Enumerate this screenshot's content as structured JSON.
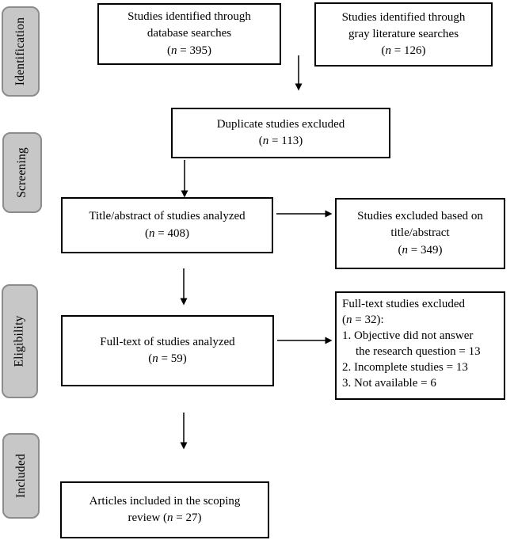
{
  "stages": [
    {
      "label": "Identification"
    },
    {
      "label": "Screening"
    },
    {
      "label": "Eligibility"
    },
    {
      "label": "Included"
    }
  ],
  "boxes": {
    "database_search": {
      "lines": [
        "Studies identified through",
        "database searches",
        "(*n* = 395)"
      ]
    },
    "gray_literature": {
      "lines": [
        "Studies identified through",
        "gray literature searches",
        "(*n* = 126)"
      ]
    },
    "duplicates_excluded": {
      "lines": [
        "Duplicate studies excluded",
        "(*n* = 113)"
      ]
    },
    "title_abstract": {
      "lines": [
        "Title/abstract of studies analyzed",
        "(*n* = 408)"
      ]
    },
    "excluded_title_abstract": {
      "lines": [
        "Studies excluded based on",
        "title/abstract",
        "(*n* = 349)"
      ]
    },
    "full_text": {
      "lines": [
        "Full-text of studies analyzed",
        "(*n* = 59)"
      ]
    },
    "full_text_excluded": {
      "lines": [
        "Full-text studies excluded",
        "(*n* = 32):",
        "1. Objective did not answer",
        "the research question = 13",
        "2. Incomplete studies = 13",
        "3. Not available = 6"
      ]
    },
    "included_articles": {
      "lines": [
        "Articles included in the scoping",
        "review (*n* = 27)"
      ]
    }
  },
  "colors": {
    "background": "#ffffff",
    "box_border": "#000000",
    "stage_fill": "#c7c7c7",
    "stage_border": "#8c8c8c",
    "arrow": "#000000",
    "text": "#000000"
  }
}
